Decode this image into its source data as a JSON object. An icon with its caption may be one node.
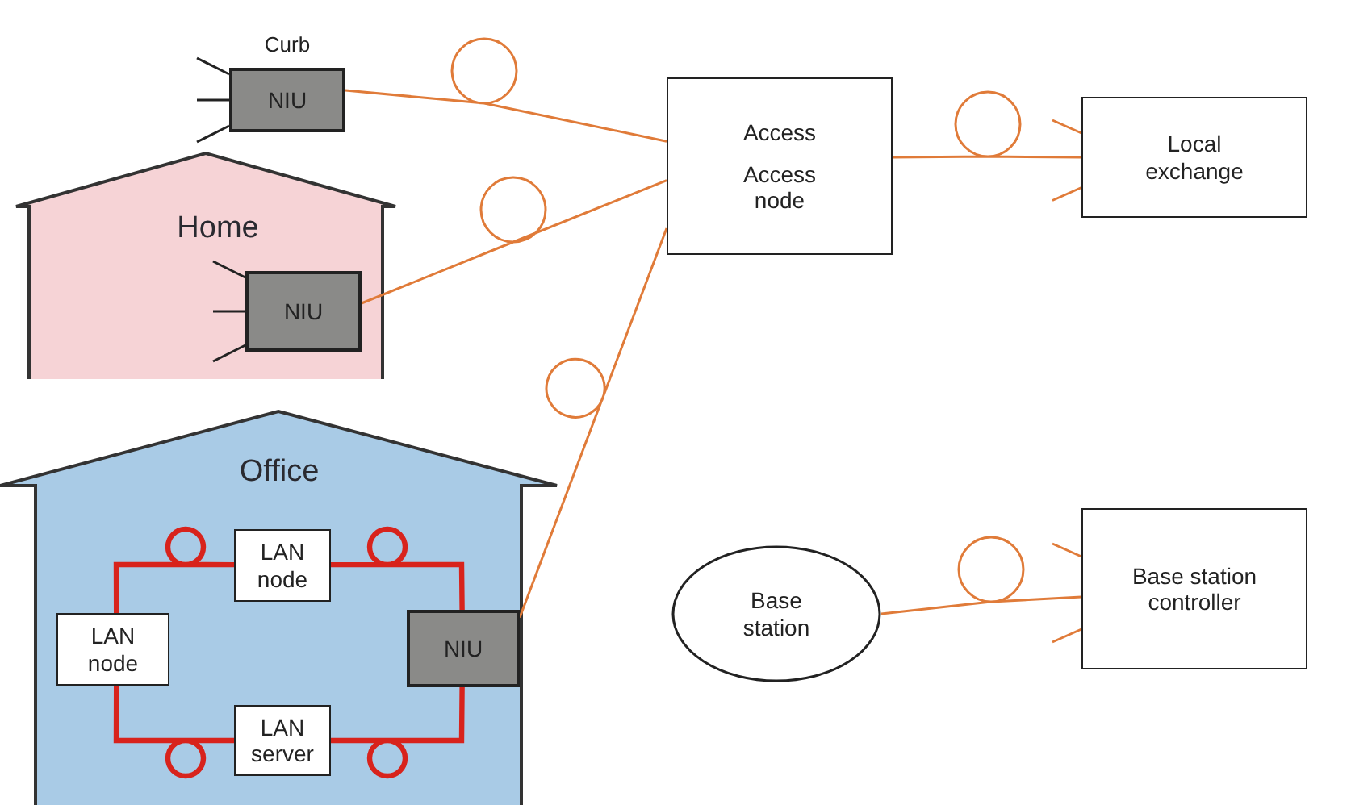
{
  "diagram": {
    "nodes": [
      {
        "text": [
          "NIU"
        ],
        "beside": [
          "Curb"
        ]
      },
      {
        "text": [
          "Home"
        ]
      },
      {
        "text": [
          "NIU"
        ],
        "in": 1
      },
      {
        "text": [
          "Office"
        ]
      },
      {
        "text": [
          "LAN node"
        ],
        "in": 3
      },
      {
        "text": [
          "LAN node"
        ],
        "in": 3
      },
      {
        "text": [
          "NIU"
        ],
        "in": 3
      },
      {
        "text": [
          "LAN server"
        ],
        "in": 3
      },
      {
        "text": [
          "Access",
          "Access node"
        ]
      },
      {
        "text": [
          "Local exchange"
        ]
      },
      {
        "text": [
          "Base station"
        ]
      },
      {
        "text": [
          "Base station controller"
        ]
      }
    ],
    "edges": [
      {
        "from": 0,
        "to": 8,
        "arrow": "none"
      },
      {
        "from": 2,
        "to": 8,
        "arrow": "none"
      },
      {
        "from": 6,
        "to": 8,
        "arrow": "none"
      },
      {
        "from": 8,
        "to": 9,
        "arrow": "none"
      },
      {
        "from": 10,
        "to": 11,
        "arrow": "none"
      },
      {
        "from": 5,
        "to": 4,
        "arrow": "none",
        "style": "thick",
        "color": "#d8231c"
      },
      {
        "from": 4,
        "to": 6,
        "arrow": "none",
        "style": "thick",
        "color": "#d8231c"
      },
      {
        "from": 6,
        "to": 7,
        "arrow": "none",
        "style": "thick",
        "color": "#d8231c"
      },
      {
        "from": 7,
        "to": 5,
        "arrow": "none",
        "style": "thick",
        "color": "#d8231c"
      }
    ]
  }
}
